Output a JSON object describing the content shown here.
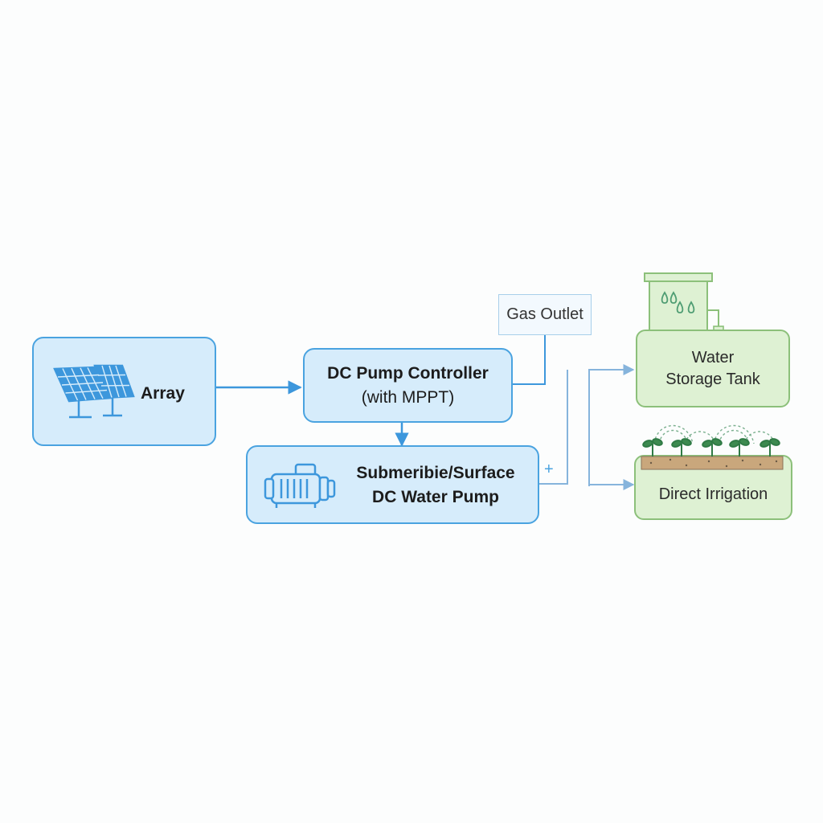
{
  "nodes": {
    "array": {
      "label": "Array"
    },
    "controller": {
      "line1": "DC Pump Controller",
      "line2": "(with MPPT)"
    },
    "outlet": {
      "label": "Gas Outlet"
    },
    "pump": {
      "line1": "Submeribie/Surface",
      "line2": "DC Water Pump"
    },
    "tank": {
      "line1": "Water",
      "line2": "Storage Tank"
    },
    "irrigation": {
      "label": "Direct Irrigation"
    }
  },
  "marks": {
    "plus": "+"
  },
  "icons": [
    "solar-panel-icon",
    "water-pump-icon",
    "water-tank-icon",
    "seedlings-icon"
  ],
  "colors": {
    "blue_border": "#4aa3e0",
    "blue_fill": "#d6ecfb",
    "green_border": "#8cc07a",
    "green_fill": "#def1d3",
    "arrow": "#3d97dc",
    "arrow_light": "#86b4dc"
  }
}
